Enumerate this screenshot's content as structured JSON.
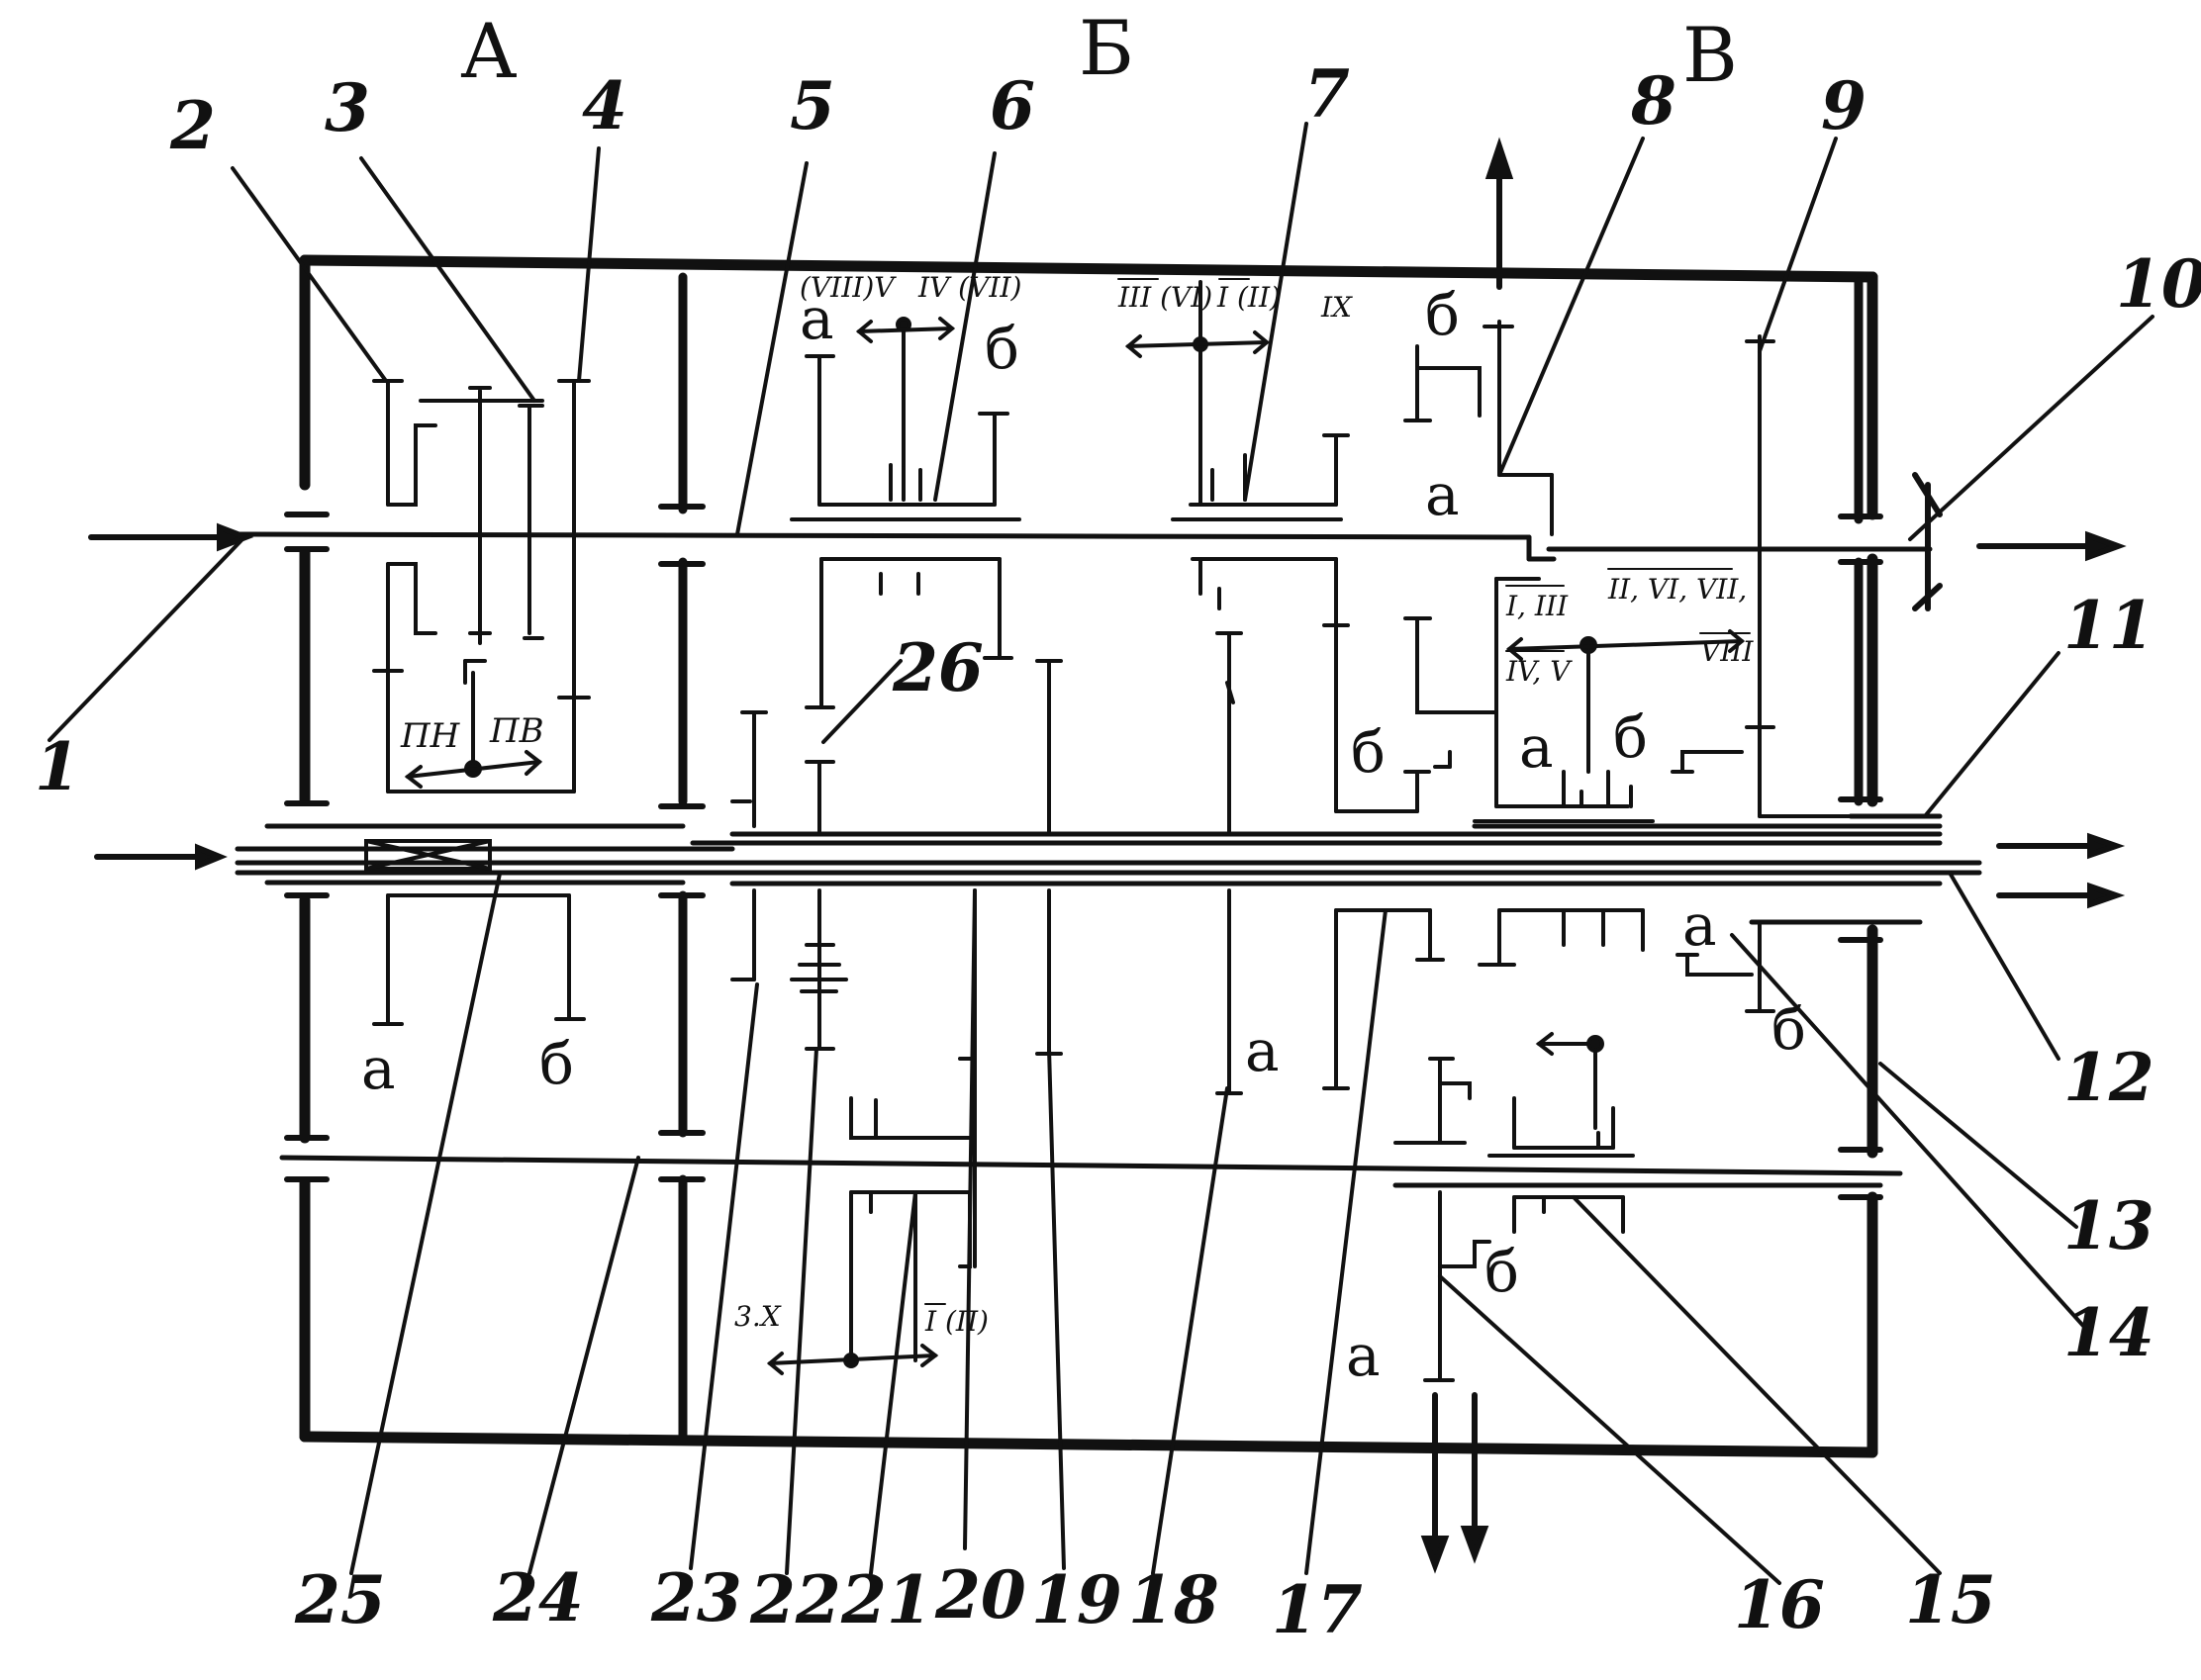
{
  "sections": {
    "a": "А",
    "b": "Б",
    "v": "В"
  },
  "callouts": {
    "n1": "1",
    "n2": "2",
    "n3": "3",
    "n4": "4",
    "n5": "5",
    "n6": "6",
    "n7": "7",
    "n8": "8",
    "n9": "9",
    "n10": "10",
    "n11": "11",
    "n12": "12",
    "n13": "13",
    "n14": "14",
    "n15": "15",
    "n16": "16",
    "n17": "17",
    "n18": "18",
    "n19": "19",
    "n20": "20",
    "n21": "21",
    "n22": "22",
    "n23": "23",
    "n24": "24",
    "n25": "25",
    "n26": "26"
  },
  "clutch_letters": {
    "a": "а",
    "b": "б"
  },
  "shift_positions": {
    "range_low": "ПН",
    "range_high": "ПВ",
    "s6_left": "(VIII)V",
    "s6_right": "IV (VII)",
    "s7_left": "III (VI)",
    "s7_mid": "I (II)",
    "s7_right": "IX",
    "s8_left_top": "I, III",
    "s8_left_bottom": "IV, V",
    "s8_right_top": "II, VI, VII,",
    "s8_right_bottom": "VIII",
    "s21_left": "3.X",
    "s21_right": "I (II)"
  }
}
